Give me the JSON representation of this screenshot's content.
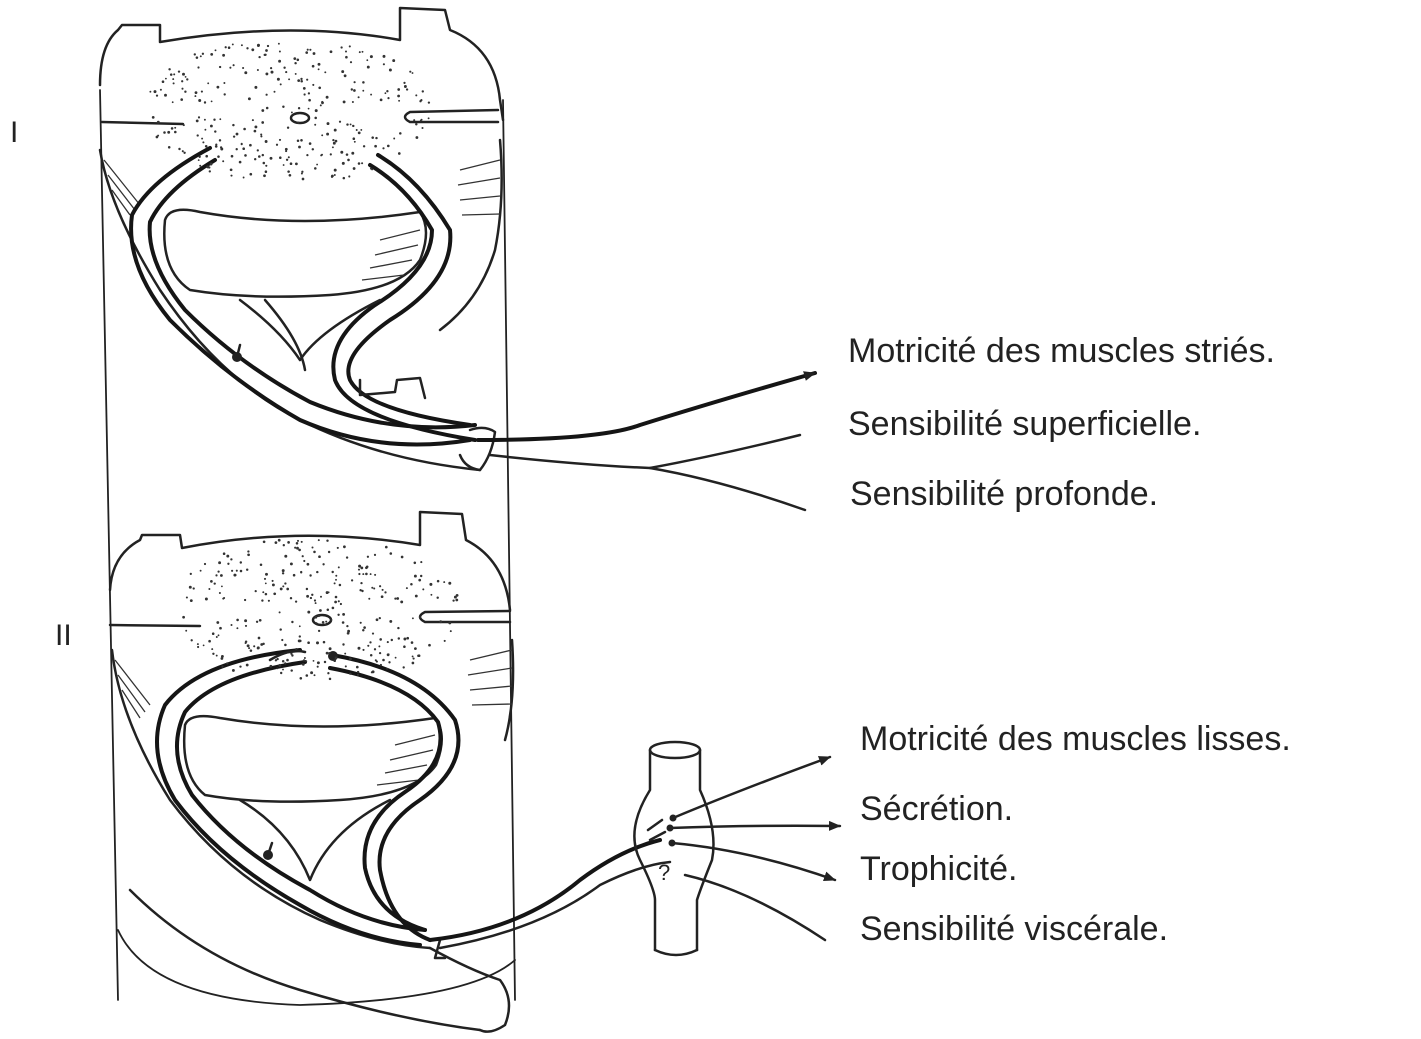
{
  "figure": {
    "segment_labels": [
      "I",
      "II"
    ],
    "segment_I_labels": [
      "Motricité des muscles striés.",
      "Sensibilité superficielle.",
      "Sensibilité profonde."
    ],
    "segment_II_labels": [
      "Motricité des muscles lisses.",
      "Sécrétion.",
      "Trophicité.",
      "Sensibilité viscérale."
    ],
    "ganglion_mark": "?"
  }
}
